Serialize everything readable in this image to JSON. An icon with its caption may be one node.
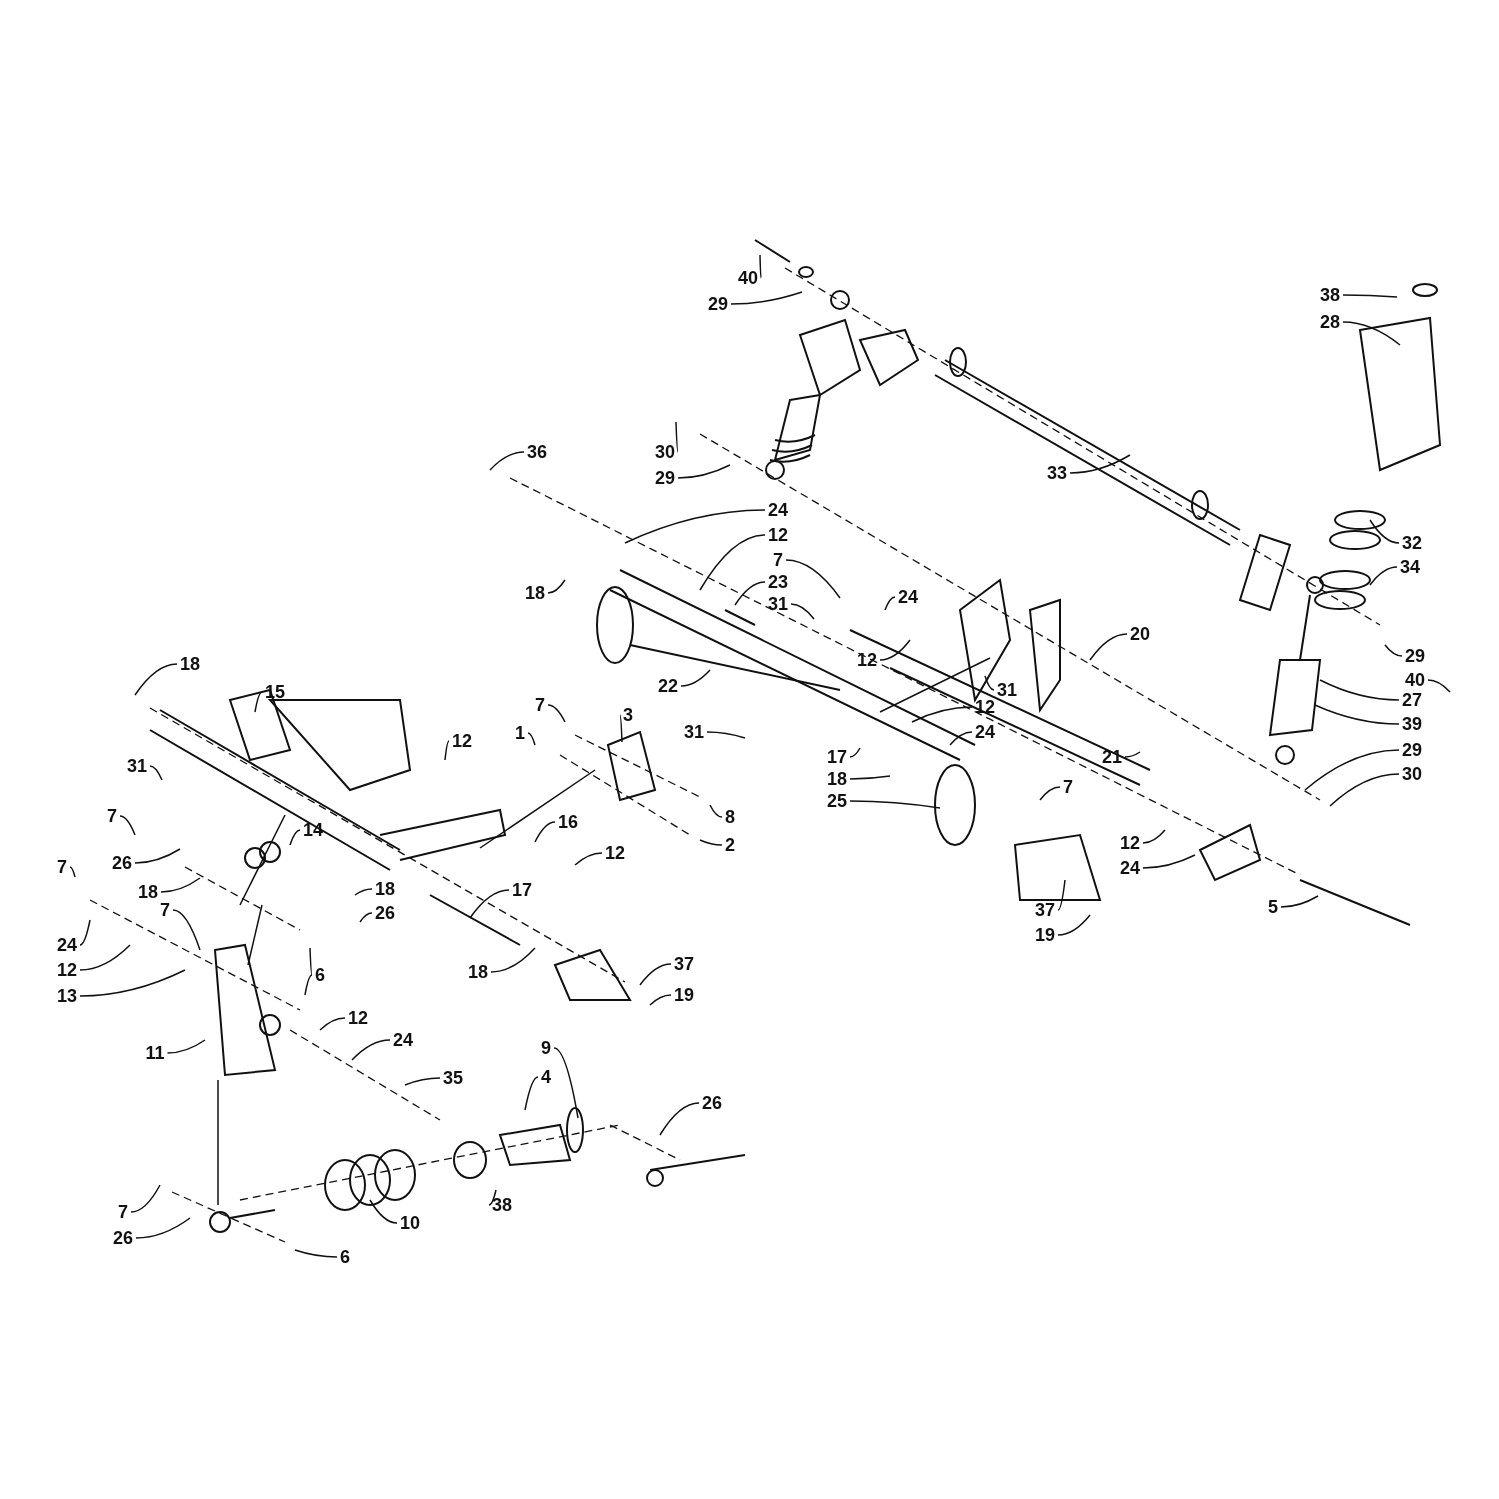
{
  "diagram": {
    "nodes": [
      {
        "text": [
          "40"
        ]
      },
      {
        "text": [
          "29"
        ]
      },
      {
        "text": [
          "38"
        ]
      },
      {
        "text": [
          "28"
        ]
      },
      {
        "text": [
          "30"
        ]
      },
      {
        "text": [
          "36"
        ]
      },
      {
        "text": [
          "29"
        ]
      },
      {
        "text": [
          "33"
        ]
      },
      {
        "text": [
          "24"
        ]
      },
      {
        "text": [
          "12"
        ]
      },
      {
        "text": [
          "32"
        ]
      },
      {
        "text": [
          "7"
        ]
      },
      {
        "text": [
          "23"
        ]
      },
      {
        "text": [
          "34"
        ]
      },
      {
        "text": [
          "24"
        ]
      },
      {
        "text": [
          "18"
        ]
      },
      {
        "text": [
          "31"
        ]
      },
      {
        "text": [
          "20"
        ]
      },
      {
        "text": [
          "12"
        ]
      },
      {
        "text": [
          "29"
        ]
      },
      {
        "text": [
          "40"
        ]
      },
      {
        "text": [
          "18"
        ]
      },
      {
        "text": [
          "15"
        ]
      },
      {
        "text": [
          "22"
        ]
      },
      {
        "text": [
          "31"
        ]
      },
      {
        "text": [
          "7"
        ]
      },
      {
        "text": [
          "3"
        ]
      },
      {
        "text": [
          "12"
        ]
      },
      {
        "text": [
          "27"
        ]
      },
      {
        "text": [
          "1"
        ]
      },
      {
        "text": [
          "24"
        ]
      },
      {
        "text": [
          "31"
        ]
      },
      {
        "text": [
          "39"
        ]
      },
      {
        "text": [
          "31"
        ]
      },
      {
        "text": [
          "12"
        ]
      },
      {
        "text": [
          "29"
        ]
      },
      {
        "text": [
          "17"
        ]
      },
      {
        "text": [
          "21"
        ]
      },
      {
        "text": [
          "18"
        ]
      },
      {
        "text": [
          "30"
        ]
      },
      {
        "text": [
          "25"
        ]
      },
      {
        "text": [
          "7"
        ]
      },
      {
        "text": [
          "8"
        ]
      },
      {
        "text": [
          "7"
        ]
      },
      {
        "text": [
          "16"
        ]
      },
      {
        "text": [
          "12"
        ]
      },
      {
        "text": [
          "2"
        ]
      },
      {
        "text": [
          "12"
        ]
      },
      {
        "text": [
          "14"
        ]
      },
      {
        "text": [
          "26"
        ]
      },
      {
        "text": [
          "24"
        ]
      },
      {
        "text": [
          "18"
        ]
      },
      {
        "text": [
          "18"
        ]
      },
      {
        "text": [
          "7"
        ]
      },
      {
        "text": [
          "17"
        ]
      },
      {
        "text": [
          "26"
        ]
      },
      {
        "text": [
          "5"
        ]
      },
      {
        "text": [
          "37"
        ]
      },
      {
        "text": [
          "19"
        ]
      },
      {
        "text": [
          "7"
        ]
      },
      {
        "text": [
          "24"
        ]
      },
      {
        "text": [
          "6"
        ]
      },
      {
        "text": [
          "12"
        ]
      },
      {
        "text": [
          "18"
        ]
      },
      {
        "text": [
          "37"
        ]
      },
      {
        "text": [
          "13"
        ]
      },
      {
        "text": [
          "19"
        ]
      },
      {
        "text": [
          "12"
        ]
      },
      {
        "text": [
          "24"
        ]
      },
      {
        "text": [
          "11"
        ]
      },
      {
        "text": [
          "9"
        ]
      },
      {
        "text": [
          "4"
        ]
      },
      {
        "text": [
          "35"
        ]
      },
      {
        "text": [
          "26"
        ]
      },
      {
        "text": [
          "7"
        ]
      },
      {
        "text": [
          "38"
        ]
      },
      {
        "text": [
          "10"
        ]
      },
      {
        "text": [
          "26"
        ]
      },
      {
        "text": [
          "6"
        ]
      }
    ],
    "edges": [
      {
        "from": 0,
        "to": null,
        "arrow": "none"
      },
      {
        "from": 1,
        "to": null,
        "arrow": "none"
      },
      {
        "from": 2,
        "to": null,
        "arrow": "none"
      },
      {
        "from": 3,
        "to": null,
        "arrow": "none"
      },
      {
        "from": 4,
        "to": null,
        "arrow": "none"
      },
      {
        "from": 5,
        "to": null,
        "arrow": "none"
      },
      {
        "from": 6,
        "to": null,
        "arrow": "none"
      },
      {
        "from": 7,
        "to": null,
        "arrow": "none"
      },
      {
        "from": 8,
        "to": null,
        "arrow": "none"
      },
      {
        "from": 9,
        "to": null,
        "arrow": "none"
      },
      {
        "from": 10,
        "to": null,
        "arrow": "none"
      },
      {
        "from": 11,
        "to": null,
        "arrow": "none"
      },
      {
        "from": 12,
        "to": null,
        "arrow": "none"
      },
      {
        "from": 13,
        "to": null,
        "arrow": "none"
      },
      {
        "from": 14,
        "to": null,
        "arrow": "none"
      },
      {
        "from": 15,
        "to": null,
        "arrow": "none"
      },
      {
        "from": 16,
        "to": null,
        "arrow": "none"
      },
      {
        "from": 17,
        "to": null,
        "arrow": "none"
      },
      {
        "from": 18,
        "to": null,
        "arrow": "none"
      },
      {
        "from": 19,
        "to": null,
        "arrow": "none"
      },
      {
        "from": 20,
        "to": null,
        "arrow": "none"
      },
      {
        "from": 21,
        "to": null,
        "arrow": "none"
      },
      {
        "from": 22,
        "to": null,
        "arrow": "none"
      },
      {
        "from": 23,
        "to": null,
        "arrow": "none"
      },
      {
        "from": 24,
        "to": null,
        "arrow": "none"
      },
      {
        "from": 25,
        "to": null,
        "arrow": "none"
      },
      {
        "from": 26,
        "to": null,
        "arrow": "none"
      },
      {
        "from": 27,
        "to": null,
        "arrow": "none"
      },
      {
        "from": 28,
        "to": null,
        "arrow": "none"
      },
      {
        "from": 29,
        "to": null,
        "arrow": "none"
      },
      {
        "from": 30,
        "to": null,
        "arrow": "none"
      },
      {
        "from": 31,
        "to": null,
        "arrow": "none"
      },
      {
        "from": 32,
        "to": null,
        "arrow": "none"
      },
      {
        "from": 33,
        "to": null,
        "arrow": "none"
      },
      {
        "from": 34,
        "to": null,
        "arrow": "none"
      },
      {
        "from": 35,
        "to": null,
        "arrow": "none"
      },
      {
        "from": 36,
        "to": null,
        "arrow": "none"
      },
      {
        "from": 37,
        "to": null,
        "arrow": "none"
      },
      {
        "from": 38,
        "to": null,
        "arrow": "none"
      },
      {
        "from": 39,
        "to": null,
        "arrow": "none"
      },
      {
        "from": 40,
        "to": null,
        "arrow": "none"
      },
      {
        "from": 41,
        "to": null,
        "arrow": "none"
      },
      {
        "from": 42,
        "to": null,
        "arrow": "none"
      },
      {
        "from": 43,
        "to": null,
        "arrow": "none"
      },
      {
        "from": 44,
        "to": null,
        "arrow": "none"
      },
      {
        "from": 45,
        "to": null,
        "arrow": "none"
      },
      {
        "from": 46,
        "to": null,
        "arrow": "none"
      },
      {
        "from": 47,
        "to": null,
        "arrow": "none"
      },
      {
        "from": 48,
        "to": null,
        "arrow": "none"
      },
      {
        "from": 49,
        "to": null,
        "arrow": "none"
      },
      {
        "from": 50,
        "to": null,
        "arrow": "none"
      },
      {
        "from": 51,
        "to": null,
        "arrow": "none"
      },
      {
        "from": 52,
        "to": null,
        "arrow": "none"
      },
      {
        "from": 53,
        "to": null,
        "arrow": "none"
      },
      {
        "from": 54,
        "to": null,
        "arrow": "none"
      },
      {
        "from": 55,
        "to": null,
        "arrow": "none"
      },
      {
        "from": 56,
        "to": null,
        "arrow": "none"
      },
      {
        "from": 57,
        "to": null,
        "arrow": "none"
      },
      {
        "from": 58,
        "to": null,
        "arrow": "none"
      },
      {
        "from": 59,
        "to": null,
        "arrow": "none"
      },
      {
        "from": 60,
        "to": null,
        "arrow": "none"
      },
      {
        "from": 61,
        "to": null,
        "arrow": "none"
      },
      {
        "from": 61,
        "to": null,
        "arrow": "none"
      },
      {
        "from": 62,
        "to": null,
        "arrow": "none"
      },
      {
        "from": 63,
        "to": null,
        "arrow": "none"
      },
      {
        "from": 64,
        "to": null,
        "arrow": "none"
      },
      {
        "from": 65,
        "to": null,
        "arrow": "none"
      },
      {
        "from": 66,
        "to": null,
        "arrow": "none"
      },
      {
        "from": 67,
        "to": null,
        "arrow": "none"
      },
      {
        "from": 68,
        "to": null,
        "arrow": "none"
      },
      {
        "from": 69,
        "to": null,
        "arrow": "none"
      },
      {
        "from": 70,
        "to": null,
        "arrow": "none"
      },
      {
        "from": 71,
        "to": null,
        "arrow": "none"
      },
      {
        "from": 72,
        "to": null,
        "arrow": "none"
      },
      {
        "from": 73,
        "to": null,
        "arrow": "none"
      },
      {
        "from": 74,
        "to": null,
        "arrow": "none"
      },
      {
        "from": 75,
        "to": null,
        "arrow": "none"
      },
      {
        "from": 76,
        "to": null,
        "arrow": "none"
      },
      {
        "from": 77,
        "to": null,
        "arrow": "none"
      },
      {
        "from": 78,
        "to": null,
        "arrow": "none"
      }
    ]
  }
}
